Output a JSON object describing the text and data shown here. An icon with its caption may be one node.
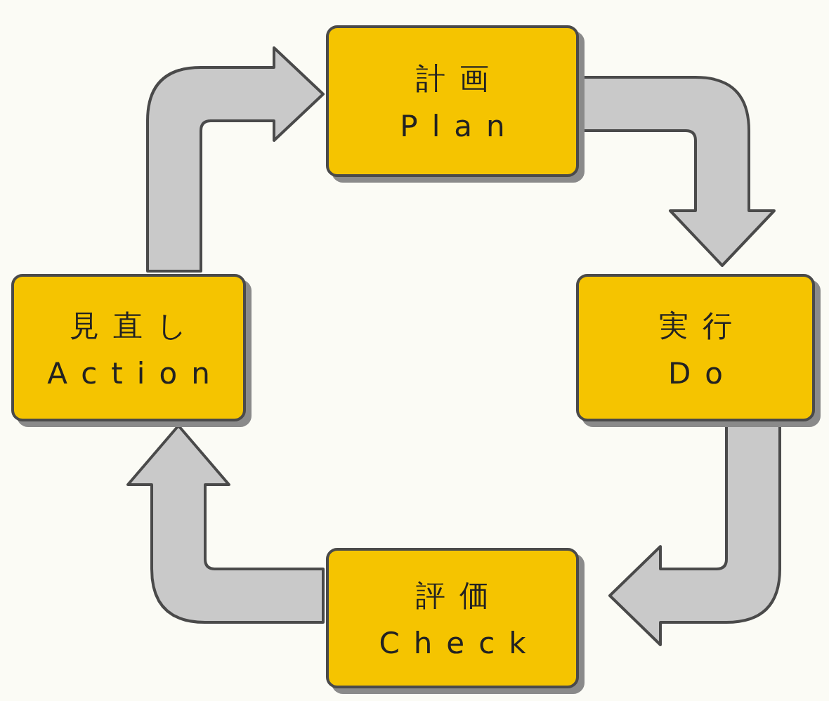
{
  "diagram": {
    "nodes": [
      {
        "text": [
          "計画",
          "Plan"
        ]
      },
      {
        "text": [
          "実行",
          "Do"
        ]
      },
      {
        "text": [
          "評価",
          "Check"
        ]
      },
      {
        "text": [
          "見直し",
          "Action"
        ]
      }
    ],
    "edges": [
      {
        "from": 0,
        "to": 1,
        "arrow": "to"
      },
      {
        "from": 1,
        "to": 2,
        "arrow": "to"
      },
      {
        "from": 2,
        "to": 3,
        "arrow": "to"
      },
      {
        "from": 3,
        "to": 0,
        "arrow": "to"
      }
    ]
  }
}
